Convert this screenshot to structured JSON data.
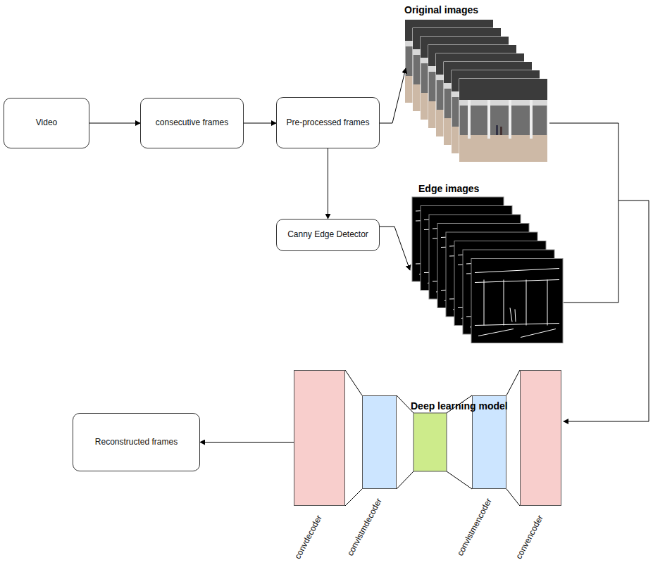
{
  "diagram": {
    "nodes": [
      {
        "text": [
          "Video"
        ]
      },
      {
        "text": [
          "consecutive frames"
        ]
      },
      {
        "text": [
          "Pre-processed frames"
        ]
      },
      {
        "text": [
          "Canny Edge Detector"
        ]
      },
      {
        "text": [
          "Reconstructed frames"
        ]
      },
      {
        "text": [
          "convdecoder"
        ]
      },
      {
        "text": [
          "convlstmdecoder"
        ]
      },
      {
        "text": [
          "convlstmencoder"
        ]
      },
      {
        "text": [
          "convencoder"
        ]
      }
    ],
    "edges": [
      {
        "from": 0,
        "to": 1,
        "arrow": "to"
      },
      {
        "from": 1,
        "to": 2,
        "arrow": "to"
      },
      {
        "from": 2,
        "to": 3,
        "arrow": "to"
      },
      {
        "from": 5,
        "to": 4,
        "arrow": "to"
      }
    ],
    "labels": [
      "Original images",
      "Edge images",
      "Deep learning model"
    ]
  }
}
